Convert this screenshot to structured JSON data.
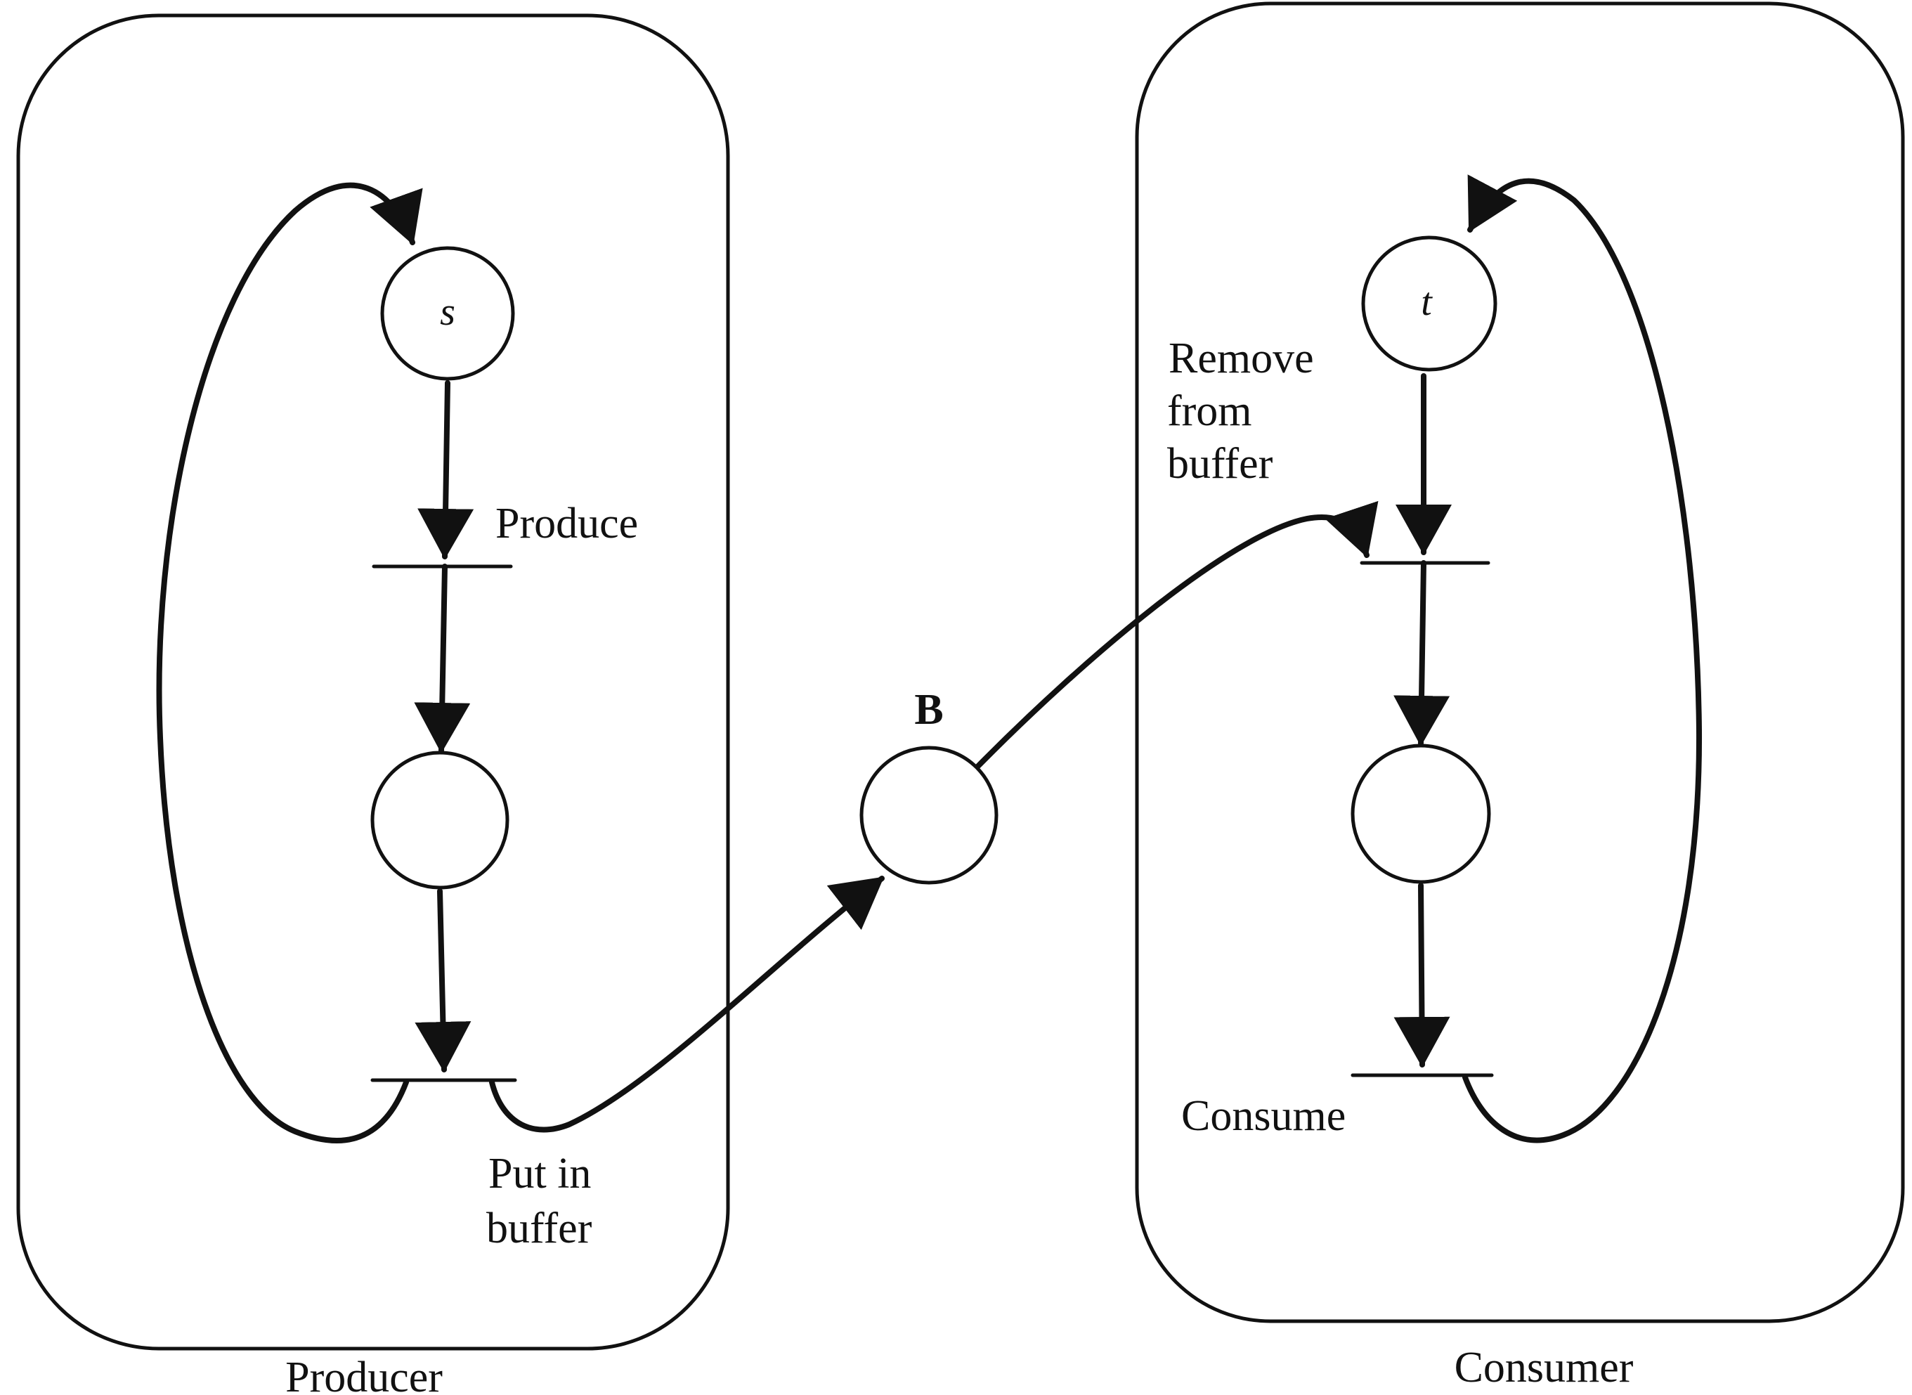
{
  "producer": {
    "caption": "Producer",
    "place_start_label": "s",
    "produce_label": "Produce",
    "put_label_lines": [
      "Put in",
      "buffer"
    ]
  },
  "consumer": {
    "caption": "Consumer",
    "place_start_label": "t",
    "remove_label_lines": [
      "Remove",
      "from",
      "buffer"
    ],
    "consume_label": "Consume"
  },
  "buffer": {
    "label": "B"
  }
}
